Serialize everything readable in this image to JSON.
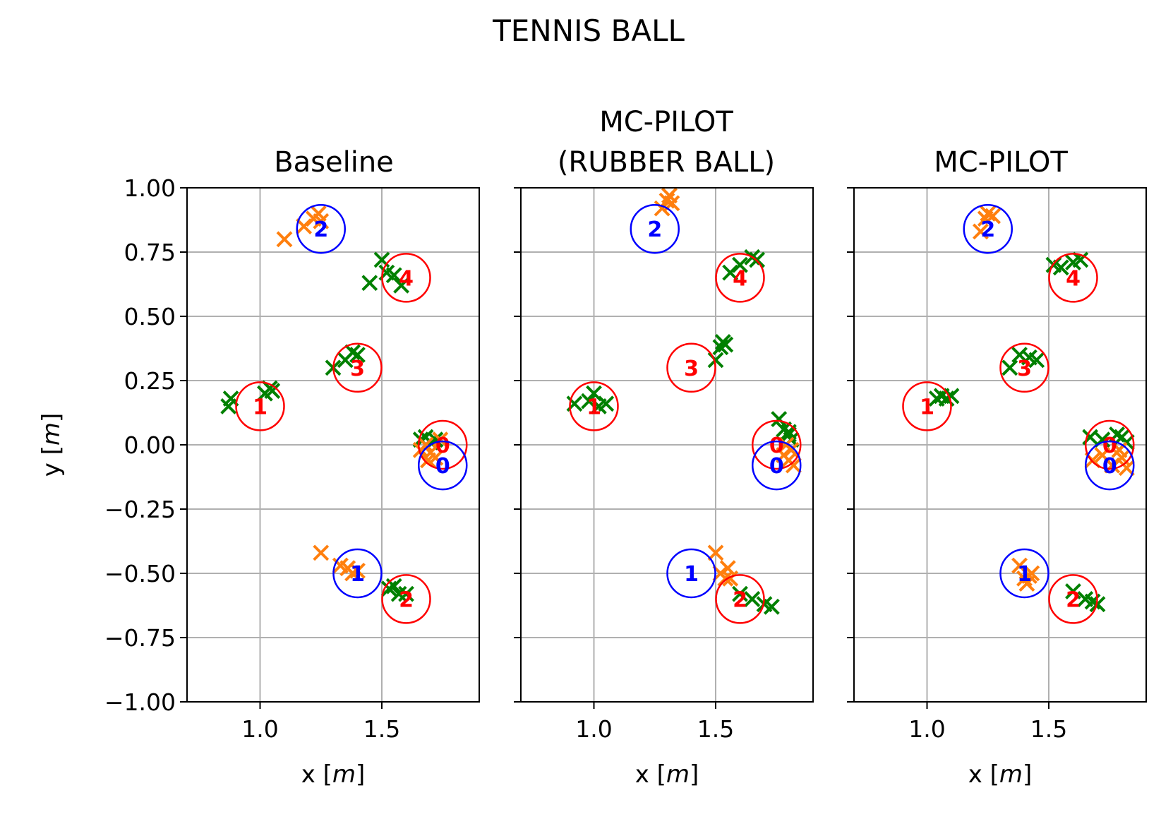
{
  "figure_title": "TENNIS BALL",
  "colors": {
    "target": "#ff0000",
    "thrower": "#0000ff",
    "set_a": "#ff7f0e",
    "set_b": "#008000",
    "grid": "#b0b0b0"
  },
  "chart_data": [
    {
      "type": "scatter",
      "title": "Baseline",
      "xlabel_main": "x [",
      "xlabel_unit": "m",
      "xlabel_end": "]",
      "ylabel_main": "y [",
      "ylabel_unit": "m",
      "ylabel_end": "]",
      "xlim": [
        0.7,
        1.9
      ],
      "ylim": [
        -1.0,
        1.0
      ],
      "xticks": [
        "1.0",
        "1.5"
      ],
      "yticks": [
        "1.00",
        "0.75",
        "0.50",
        "0.25",
        "0.00",
        "−0.25",
        "−0.50",
        "−0.75",
        "−1.00"
      ],
      "grid": true,
      "targets": [
        {
          "label": "0",
          "x": 1.75,
          "y": 0.0
        },
        {
          "label": "1",
          "x": 1.0,
          "y": 0.15
        },
        {
          "label": "2",
          "x": 1.6,
          "y": -0.6
        },
        {
          "label": "3",
          "x": 1.4,
          "y": 0.3
        },
        {
          "label": "4",
          "x": 1.6,
          "y": 0.65
        }
      ],
      "throwers": [
        {
          "label": "0",
          "x": 1.75,
          "y": -0.08
        },
        {
          "label": "1",
          "x": 1.4,
          "y": -0.5
        },
        {
          "label": "2",
          "x": 1.25,
          "y": 0.84
        }
      ],
      "orange_points": [
        [
          1.1,
          0.8
        ],
        [
          1.18,
          0.85
        ],
        [
          1.22,
          0.88
        ],
        [
          1.24,
          0.9
        ],
        [
          1.25,
          0.87
        ],
        [
          1.68,
          0.0
        ],
        [
          1.7,
          -0.03
        ],
        [
          1.72,
          -0.05
        ],
        [
          1.66,
          -0.02
        ],
        [
          1.74,
          0.02
        ],
        [
          1.69,
          -0.06
        ],
        [
          1.25,
          -0.42
        ],
        [
          1.33,
          -0.47
        ],
        [
          1.36,
          -0.48
        ],
        [
          1.38,
          -0.5
        ],
        [
          1.4,
          -0.49
        ]
      ],
      "green_points": [
        [
          0.87,
          0.15
        ],
        [
          0.88,
          0.18
        ],
        [
          1.02,
          0.2
        ],
        [
          1.04,
          0.22
        ],
        [
          1.05,
          0.21
        ],
        [
          1.3,
          0.3
        ],
        [
          1.35,
          0.33
        ],
        [
          1.38,
          0.36
        ],
        [
          1.4,
          0.35
        ],
        [
          1.45,
          0.63
        ],
        [
          1.5,
          0.72
        ],
        [
          1.52,
          0.67
        ],
        [
          1.55,
          0.66
        ],
        [
          1.58,
          0.62
        ],
        [
          1.66,
          0.02
        ],
        [
          1.68,
          0.03
        ],
        [
          1.7,
          0.01
        ],
        [
          1.72,
          0.02
        ],
        [
          1.53,
          -0.56
        ],
        [
          1.55,
          -0.55
        ],
        [
          1.57,
          -0.58
        ],
        [
          1.6,
          -0.58
        ]
      ]
    },
    {
      "type": "scatter",
      "title_line1": "MC-PILOT",
      "title_line2": "(RUBBER BALL)",
      "xlabel_main": "x [",
      "xlabel_unit": "m",
      "xlabel_end": "]",
      "xlim": [
        0.7,
        1.9
      ],
      "ylim": [
        -1.0,
        1.0
      ],
      "xticks": [
        "1.0",
        "1.5"
      ],
      "grid": true,
      "targets": [
        {
          "label": "0",
          "x": 1.75,
          "y": 0.0
        },
        {
          "label": "1",
          "x": 1.0,
          "y": 0.15
        },
        {
          "label": "2",
          "x": 1.6,
          "y": -0.6
        },
        {
          "label": "3",
          "x": 1.4,
          "y": 0.3
        },
        {
          "label": "4",
          "x": 1.6,
          "y": 0.65
        }
      ],
      "throwers": [
        {
          "label": "0",
          "x": 1.75,
          "y": -0.08
        },
        {
          "label": "1",
          "x": 1.4,
          "y": -0.5
        },
        {
          "label": "2",
          "x": 1.25,
          "y": 0.84
        }
      ],
      "orange_points": [
        [
          1.28,
          0.92
        ],
        [
          1.3,
          0.95
        ],
        [
          1.31,
          0.97
        ],
        [
          1.32,
          0.94
        ],
        [
          1.78,
          -0.04
        ],
        [
          1.8,
          -0.06
        ],
        [
          1.81,
          -0.02
        ],
        [
          1.82,
          -0.08
        ],
        [
          1.79,
          0.0
        ],
        [
          1.5,
          -0.42
        ],
        [
          1.52,
          -0.5
        ],
        [
          1.54,
          -0.52
        ],
        [
          1.56,
          -0.52
        ],
        [
          1.55,
          -0.48
        ]
      ],
      "green_points": [
        [
          0.92,
          0.16
        ],
        [
          0.98,
          0.17
        ],
        [
          1.0,
          0.2
        ],
        [
          1.02,
          0.15
        ],
        [
          1.05,
          0.16
        ],
        [
          1.5,
          0.33
        ],
        [
          1.52,
          0.38
        ],
        [
          1.53,
          0.4
        ],
        [
          1.54,
          0.39
        ],
        [
          1.56,
          0.67
        ],
        [
          1.6,
          0.7
        ],
        [
          1.65,
          0.73
        ],
        [
          1.67,
          0.72
        ],
        [
          1.76,
          0.1
        ],
        [
          1.78,
          0.06
        ],
        [
          1.8,
          0.04
        ],
        [
          1.81,
          0.02
        ],
        [
          1.8,
          0.05
        ],
        [
          1.6,
          -0.58
        ],
        [
          1.65,
          -0.6
        ],
        [
          1.7,
          -0.62
        ],
        [
          1.73,
          -0.63
        ]
      ]
    },
    {
      "type": "scatter",
      "title": "MC-PILOT",
      "xlabel_main": "x [",
      "xlabel_unit": "m",
      "xlabel_end": "]",
      "xlim": [
        0.7,
        1.9
      ],
      "ylim": [
        -1.0,
        1.0
      ],
      "xticks": [
        "1.0",
        "1.5"
      ],
      "grid": true,
      "targets": [
        {
          "label": "0",
          "x": 1.75,
          "y": 0.0
        },
        {
          "label": "1",
          "x": 1.0,
          "y": 0.15
        },
        {
          "label": "2",
          "x": 1.6,
          "y": -0.6
        },
        {
          "label": "3",
          "x": 1.4,
          "y": 0.3
        },
        {
          "label": "4",
          "x": 1.6,
          "y": 0.65
        }
      ],
      "throwers": [
        {
          "label": "0",
          "x": 1.75,
          "y": -0.08
        },
        {
          "label": "1",
          "x": 1.4,
          "y": -0.5
        },
        {
          "label": "2",
          "x": 1.25,
          "y": 0.84
        }
      ],
      "orange_points": [
        [
          1.22,
          0.83
        ],
        [
          1.24,
          0.88
        ],
        [
          1.25,
          0.9
        ],
        [
          1.27,
          0.89
        ],
        [
          1.68,
          -0.06
        ],
        [
          1.72,
          -0.04
        ],
        [
          1.76,
          -0.08
        ],
        [
          1.8,
          -0.05
        ],
        [
          1.82,
          -0.09
        ],
        [
          1.79,
          -0.02
        ],
        [
          1.38,
          -0.47
        ],
        [
          1.4,
          -0.52
        ],
        [
          1.42,
          -0.51
        ],
        [
          1.43,
          -0.5
        ],
        [
          1.41,
          -0.54
        ]
      ],
      "green_points": [
        [
          1.04,
          0.18
        ],
        [
          1.06,
          0.19
        ],
        [
          1.08,
          0.18
        ],
        [
          1.1,
          0.19
        ],
        [
          1.34,
          0.3
        ],
        [
          1.38,
          0.35
        ],
        [
          1.42,
          0.34
        ],
        [
          1.45,
          0.33
        ],
        [
          1.52,
          0.7
        ],
        [
          1.55,
          0.69
        ],
        [
          1.6,
          0.71
        ],
        [
          1.63,
          0.72
        ],
        [
          1.67,
          0.03
        ],
        [
          1.72,
          0.02
        ],
        [
          1.78,
          0.04
        ],
        [
          1.82,
          0.01
        ],
        [
          1.8,
          0.03
        ],
        [
          1.6,
          -0.57
        ],
        [
          1.65,
          -0.6
        ],
        [
          1.68,
          -0.61
        ],
        [
          1.7,
          -0.62
        ]
      ]
    }
  ]
}
